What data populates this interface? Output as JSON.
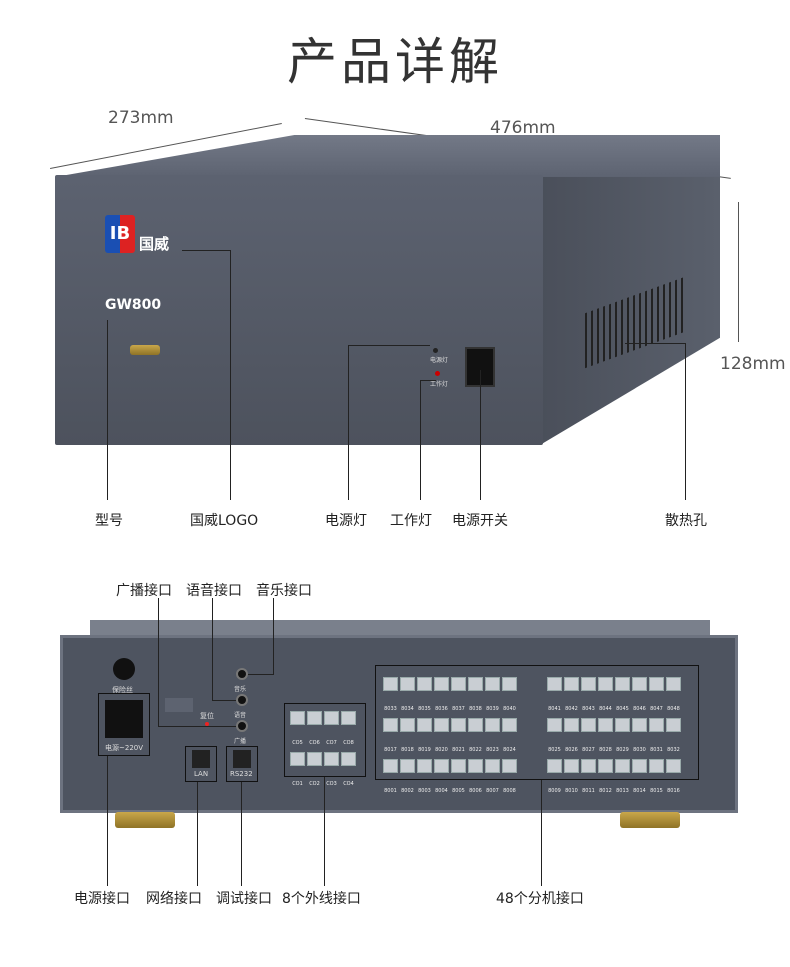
{
  "title": "产品详解",
  "dimensions": {
    "depth": "273mm",
    "width": "476mm",
    "height": "128mm"
  },
  "front": {
    "brand": "国威",
    "model": "GW800",
    "power_led": "电源灯",
    "work_led": "工作灯"
  },
  "front_labels": {
    "model": "型号",
    "logo": "国威LOGO",
    "power_led": "电源灯",
    "work_led": "工作灯",
    "power_switch": "电源开关",
    "vent": "散热孔"
  },
  "back": {
    "fuse": "保险丝",
    "power": "电源~220V",
    "reset": "复位",
    "music": "音乐",
    "voice": "语音",
    "broadcast": "广播",
    "lan": "LAN",
    "rs232": "RS232"
  },
  "back_labels": {
    "broadcast": "广播接口",
    "voice": "语音接口",
    "music": "音乐接口",
    "power": "电源接口",
    "network": "网络接口",
    "debug": "调试接口",
    "trunk": "8个外线接口",
    "ext": "48个分机接口"
  },
  "trunk_ports": [
    [
      "CO5",
      "CO6",
      "CO7",
      "CO8"
    ],
    [
      "CO1",
      "CO2",
      "CO3",
      "CO4"
    ]
  ],
  "ext_left": [
    [
      "8033",
      "8034",
      "8035",
      "8036",
      "8037",
      "8038",
      "8039",
      "8040"
    ],
    [
      "8017",
      "8018",
      "8019",
      "8020",
      "8021",
      "8022",
      "8023",
      "8024"
    ],
    [
      "8001",
      "8002",
      "8003",
      "8004",
      "8005",
      "8006",
      "8007",
      "8008"
    ]
  ],
  "ext_right": [
    [
      "8041",
      "8042",
      "8043",
      "8044",
      "8045",
      "8046",
      "8047",
      "8048"
    ],
    [
      "8025",
      "8026",
      "8027",
      "8028",
      "8029",
      "8030",
      "8031",
      "8032"
    ],
    [
      "8009",
      "8010",
      "8011",
      "8012",
      "8013",
      "8014",
      "8015",
      "8016"
    ]
  ]
}
